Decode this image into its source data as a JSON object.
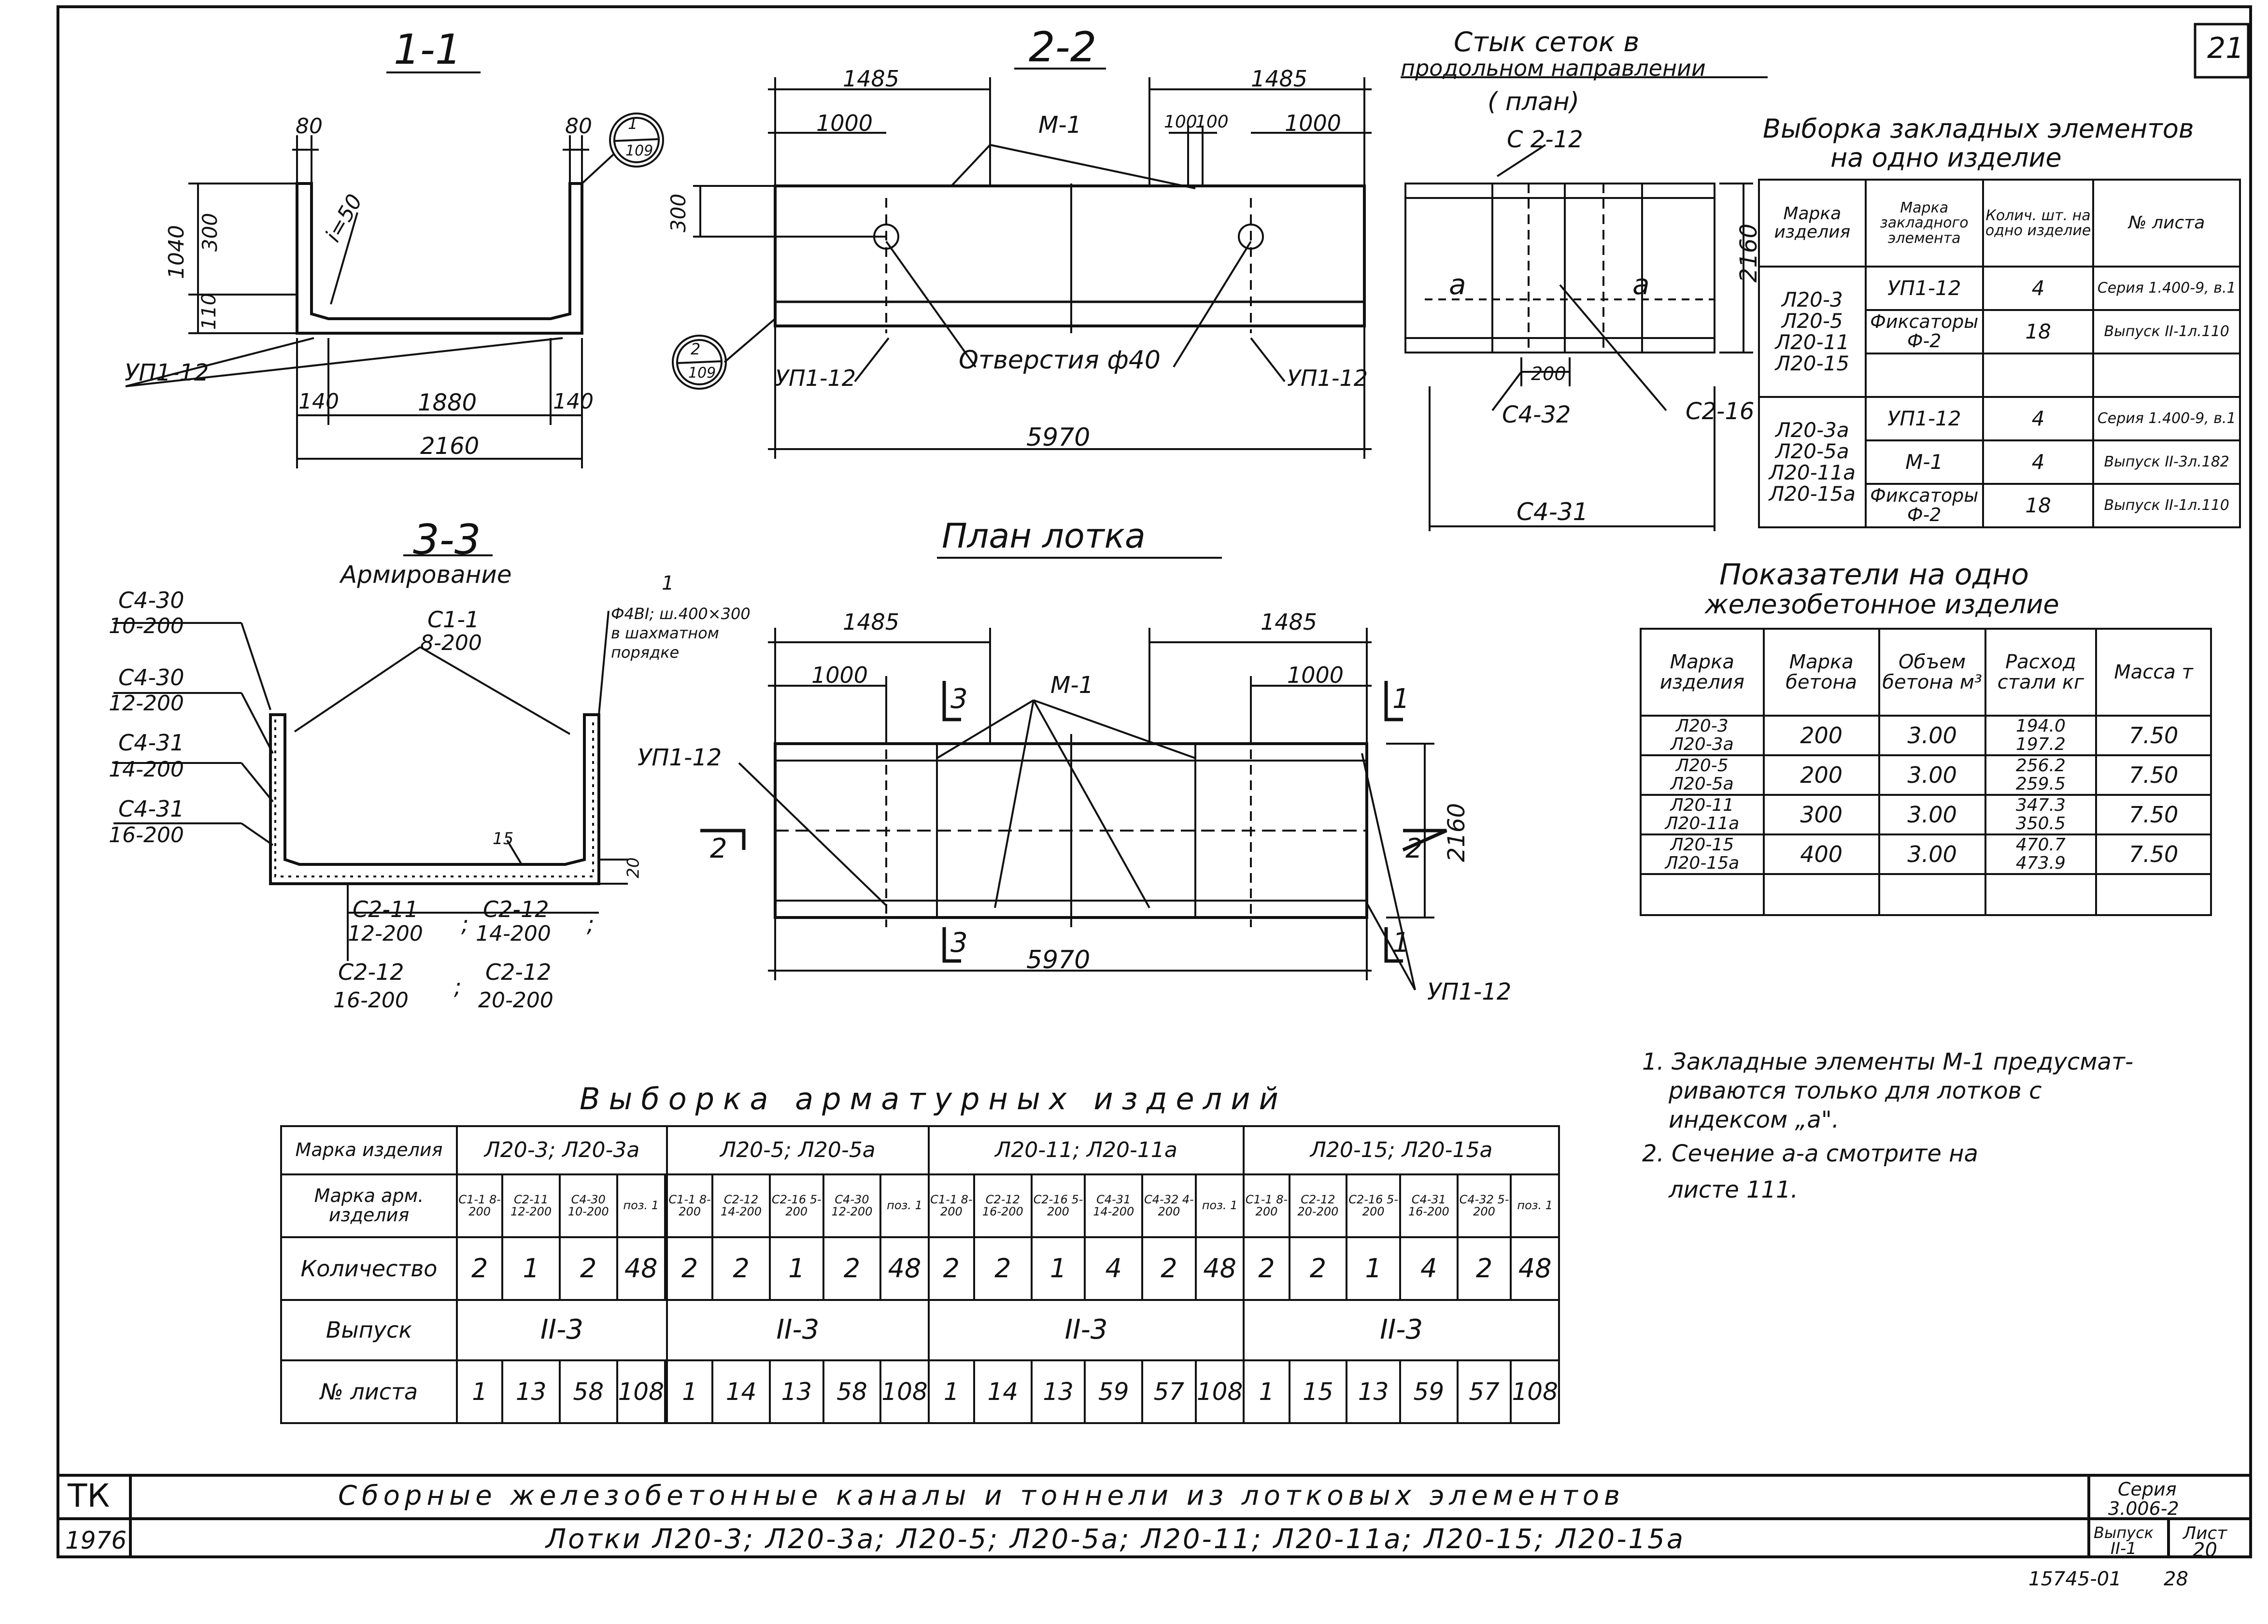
{
  "sheet": {
    "corner_number": "21",
    "bottom_code": "15745-01",
    "bottom_page": "28"
  },
  "section_1_1": {
    "title": "1-1",
    "dims": {
      "top_left": "80",
      "top_right": "80",
      "height": "1040",
      "h300": "300",
      "h110": "110",
      "slope": "i=50",
      "b140_left": "140",
      "b1880": "1880",
      "b140_right": "140",
      "width": "2160"
    },
    "callout_top": "1",
    "callout_bottom": "109",
    "label": "УП1-12"
  },
  "section_2_2": {
    "title": "2-2",
    "dims": {
      "left_1485": "1485",
      "right_1485": "1485",
      "left_1000": "1000",
      "right_1000": "1000",
      "d100a": "100",
      "d100b": "100",
      "h300": "300",
      "length": "5970"
    },
    "m1": "М-1",
    "callout_top": "2",
    "callout_bottom": "109",
    "label_left": "УП1-12",
    "label_right": "УП1-12",
    "holes": "Отверстия ф40"
  },
  "joint": {
    "title_line1": "Стык сеток в",
    "title_line2": "продольном направлении",
    "title_line3": "( план)",
    "c2_12": "С 2-12",
    "dim_2160": "2160",
    "a_left": "а",
    "a_right": "а",
    "dim_200": "200",
    "c4_32": "С4-32",
    "c2_16": "С2-16",
    "c4_31": "С4-31"
  },
  "section_3_3": {
    "title": "3-3",
    "subtitle": "Армирование",
    "labels": [
      {
        "top": "С4-30",
        "bottom": "10-200"
      },
      {
        "top": "С4-30",
        "bottom": "12-200"
      },
      {
        "top": "С4-31",
        "bottom": "14-200"
      },
      {
        "top": "С4-31",
        "bottom": "16-200"
      }
    ],
    "c1_1_top": "С1-1",
    "c1_1_bottom": "8-200",
    "note_num": "1",
    "note_line1": "Ф4ВI; ш.400×300",
    "note_line2": "в шахматном",
    "note_line3": "порядке",
    "dim_15": "15",
    "dim_20": "20",
    "bottom_labels": [
      {
        "top": "С2-11",
        "bottom": "12-200",
        "sep": ";"
      },
      {
        "top": "С2-12",
        "bottom": "14-200",
        "sep": ";"
      },
      {
        "top": "С2-12",
        "bottom": "16-200",
        "sep": ";"
      },
      {
        "top": "С2-12",
        "bottom": "20-200",
        "sep": ""
      }
    ]
  },
  "plan": {
    "title": "План лотка",
    "dims": {
      "left_1485": "1485",
      "right_1485": "1485",
      "left_1000": "1000",
      "right_1000": "1000",
      "width": "2160",
      "length": "5970"
    },
    "m1": "М-1",
    "up_left": "УП1-12",
    "up_bottom": "УП1-12",
    "cut3_top": "3",
    "cut3_bottom": "3",
    "cut1_top": "1",
    "cut1_bottom": "1",
    "cut2_left": "2",
    "cut2_right": "2"
  },
  "embedded": {
    "title_line1": "Выборка закладных элементов",
    "title_line2": "на одно изделие",
    "headers": [
      "Марка изделия",
      "Марка закладного элемента",
      "Колич. шт. на одно изделие",
      "№ листа"
    ],
    "group1_products": [
      "Л20-3",
      "Л20-5",
      "Л20-11",
      "Л20-15"
    ],
    "group1_rows": [
      {
        "element": "УП1-12",
        "qty": "4",
        "sheet": "Серия 1.400-9, в.1"
      },
      {
        "element": "Фиксаторы Ф-2",
        "qty": "18",
        "sheet": "Выпуск II-1л.110"
      }
    ],
    "group2_products": [
      "Л20-3а",
      "Л20-5а",
      "Л20-11а",
      "Л20-15а"
    ],
    "group2_rows": [
      {
        "element": "УП1-12",
        "qty": "4",
        "sheet": "Серия 1.400-9, в.1"
      },
      {
        "element": "М-1",
        "qty": "4",
        "sheet": "Выпуск II-3л.182"
      },
      {
        "element": "Фиксаторы Ф-2",
        "qty": "18",
        "sheet": "Выпуск II-1л.110"
      }
    ]
  },
  "indicators": {
    "title_line1": "Показатели на одно",
    "title_line2": "железобетонное изделие",
    "headers": [
      "Марка изделия",
      "Марка бетона",
      "Объем бетона м³",
      "Расход стали кг",
      "Масса т"
    ],
    "rows": [
      {
        "products": [
          "Л20-3",
          "Л20-3а"
        ],
        "concrete": "200",
        "volume": "3.00",
        "steel": [
          "194.0",
          "197.2"
        ],
        "mass": "7.50"
      },
      {
        "products": [
          "Л20-5",
          "Л20-5а"
        ],
        "concrete": "200",
        "volume": "3.00",
        "steel": [
          "256.2",
          "259.5"
        ],
        "mass": "7.50"
      },
      {
        "products": [
          "Л20-11",
          "Л20-11а"
        ],
        "concrete": "300",
        "volume": "3.00",
        "steel": [
          "347.3",
          "350.5"
        ],
        "mass": "7.50"
      },
      {
        "products": [
          "Л20-15",
          "Л20-15а"
        ],
        "concrete": "400",
        "volume": "3.00",
        "steel": [
          "470.7",
          "473.9"
        ],
        "mass": "7.50"
      }
    ]
  },
  "notes": [
    "1. Закладные элементы М-1 предусмат-",
    "риваются только для лотков с",
    "индексом „а\".",
    "2. Сечение а-а смотрите на",
    "листе 111."
  ],
  "rebar": {
    "title": "Выборка арматурных изделий",
    "row_labels": [
      "Марка изделия",
      "Марка арм. изделия",
      "Количество",
      "Выпуск",
      "№ листа"
    ],
    "groups": [
      {
        "product": "Л20-3; Л20-3а",
        "items": [
          "С1-1 8-200",
          "С2-11 12-200",
          "С4-30 10-200",
          "поз. 1",
          ""
        ],
        "qty": [
          "2",
          "1",
          "2",
          "48",
          ""
        ],
        "issue": "II-3",
        "sheets": [
          "1",
          "13",
          "58",
          "108",
          ""
        ]
      },
      {
        "product": "Л20-5; Л20-5а",
        "items": [
          "С1-1 8-200",
          "С2-12 14-200",
          "С2-16 5-200",
          "С4-30 12-200",
          "поз. 1"
        ],
        "qty": [
          "2",
          "2",
          "1",
          "2",
          "48"
        ],
        "issue": "II-3",
        "sheets": [
          "1",
          "14",
          "13",
          "58",
          "108"
        ]
      },
      {
        "product": "Л20-11; Л20-11а",
        "items": [
          "С1-1 8-200",
          "С2-12 16-200",
          "С2-16 5-200",
          "С4-31 14-200",
          "С4-32 4-200",
          "поз. 1"
        ],
        "qty": [
          "2",
          "2",
          "1",
          "4",
          "2",
          "48"
        ],
        "issue": "II-3",
        "sheets": [
          "1",
          "14",
          "13",
          "59",
          "57",
          "108"
        ]
      },
      {
        "product": "Л20-15; Л20-15а",
        "items": [
          "С1-1 8-200",
          "С2-12 20-200",
          "С2-16 5-200",
          "С4-31 16-200",
          "С4-32 5-200",
          "поз. 1"
        ],
        "qty": [
          "2",
          "2",
          "1",
          "4",
          "2",
          "48"
        ],
        "issue": "II-3",
        "sheets": [
          "1",
          "15",
          "13",
          "59",
          "57",
          "108"
        ]
      }
    ]
  },
  "title_block": {
    "org": "ТК",
    "year": "1976",
    "main_title": "Сборные железобетонные каналы и тоннели из лотковых элементов",
    "sub_title": "Лотки Л20-3; Л20-3а; Л20-5; Л20-5а; Л20-11; Л20-11а; Л20-15; Л20-15а",
    "series_label": "Серия",
    "series_value": "3.006-2",
    "issue_label": "Выпуск",
    "issue_value": "II-1",
    "sheet_label": "Лист",
    "sheet_value": "20"
  }
}
